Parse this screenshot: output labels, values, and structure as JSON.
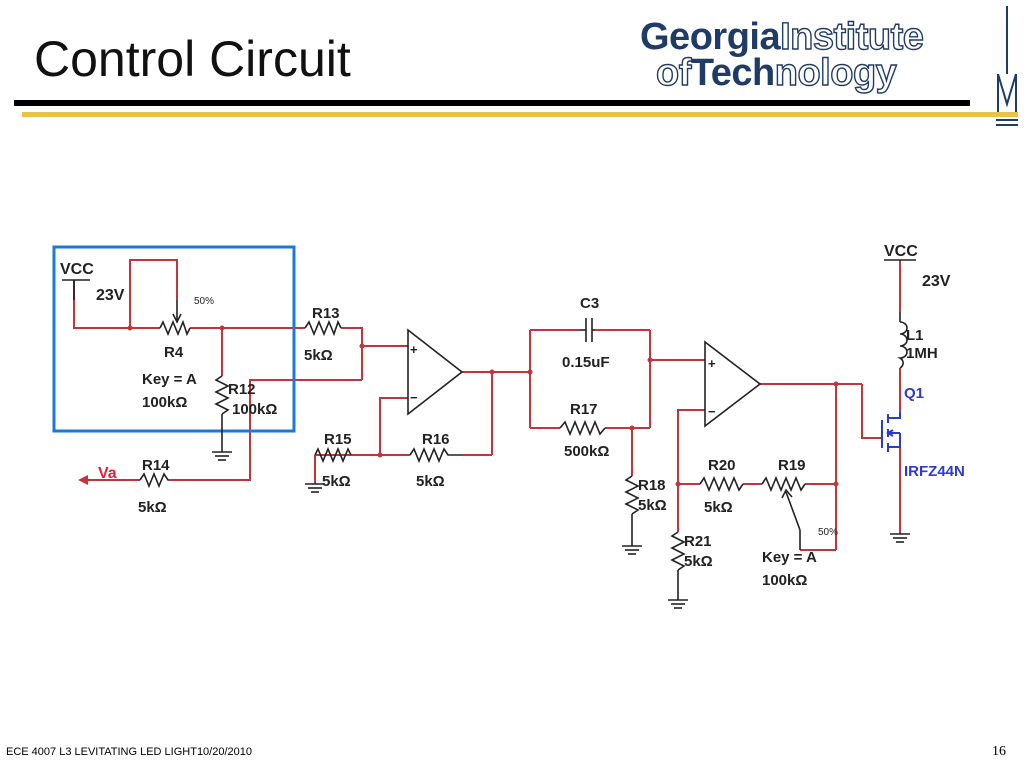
{
  "slide": {
    "title": "Control Circuit",
    "footer_text": "ECE 4007 L3  LEVITATING LED LIGHT10/20/2010",
    "page_number": "16"
  },
  "logo": {
    "line1_bold": "Georgia",
    "line1_outline": "Institute",
    "line2_outline_a": "of",
    "line2_bold": "Tech",
    "line2_outline_b": "nology"
  },
  "colors": {
    "wire": "#c4343c",
    "component": "#222222",
    "highlight_box": "#1a7ad6",
    "mosfet": "#2b3bd0",
    "input_label": "#e0203a",
    "rule_gold": "#e9c24a",
    "logo_navy": "#1f3b67"
  },
  "schematic": {
    "vcc_left": "VCC",
    "v23_left": "23V",
    "r4_pct": "50%",
    "r4_name": "R4",
    "r4_key": "Key = A",
    "r4_val": "100kΩ",
    "r12_name": "R12",
    "r12_val": "100kΩ",
    "r13_name": "R13",
    "r13_val": "5kΩ",
    "input_label": "Va",
    "r14_name": "R14",
    "r14_val": "5kΩ",
    "r15_name": "R15",
    "r15_val": "5kΩ",
    "r16_name": "R16",
    "r16_val": "5kΩ",
    "op_plus": "+",
    "op_minus": "−",
    "c3_name": "C3",
    "c3_val": "0.15uF",
    "r17_name": "R17",
    "r17_val": "500kΩ",
    "r18_name": "R18",
    "r18_val": "5kΩ",
    "r20_name": "R20",
    "r20_val": "5kΩ",
    "r19_name": "R19",
    "r19_pct": "50%",
    "r19_key": "Key = A",
    "r19_val": "100kΩ",
    "r21_name": "R21",
    "r21_val": "5kΩ",
    "vcc_right": "VCC",
    "v23_right": "23V",
    "l1_name": "L1",
    "l1_val": "1MH",
    "q1_name": "Q1",
    "q1_part": "IRFZ44N"
  }
}
